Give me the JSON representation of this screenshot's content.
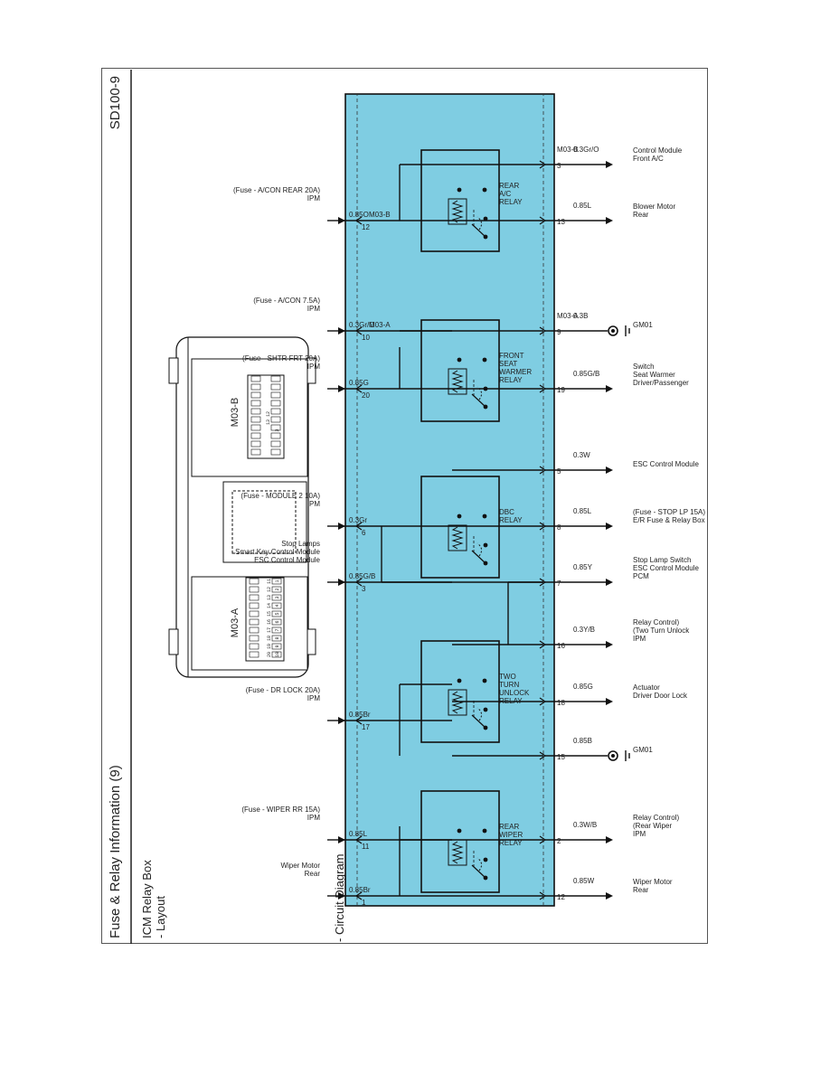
{
  "header": {
    "title": "Fuse & Relay Information (9)",
    "page_code": "SD100-9",
    "subtitle": "ICM Relay Box",
    "layout_label": "- Layout",
    "circuit_label": "- Circuit Diagram"
  },
  "connectors": {
    "a_name": "M03-A",
    "a_pins_top": [
      "20",
      "19",
      "18",
      "17",
      "16",
      "15",
      "14",
      "13",
      "12",
      "11"
    ],
    "a_pins_bottom": [
      "10",
      "9",
      "8",
      "7",
      "6",
      "5",
      "4",
      "3",
      "2",
      "1"
    ],
    "b_name": "M03-B",
    "b_pins_top": [
      "13",
      "12"
    ],
    "b_pins_bottom": [
      "3"
    ]
  },
  "colors": {
    "relay_box_fill": "#7fcde2",
    "wire": "#111111",
    "text": "#222222"
  },
  "relays": [
    {
      "name": [
        "REAR",
        "WIPER",
        "RELAY"
      ]
    },
    {
      "name": [
        "TWO",
        "TURN",
        "UNLOCK",
        "RELAY"
      ]
    },
    {
      "name": [
        "DBC",
        "RELAY"
      ]
    },
    {
      "name": [
        "FRONT",
        "SEAT",
        "WARMER",
        "RELAY"
      ]
    },
    {
      "name": [
        "REAR",
        "A/C",
        "RELAY"
      ]
    }
  ],
  "top_circuits": [
    {
      "pin": "1",
      "wire": "0.85Br",
      "label": [
        "Rear",
        "Wiper Motor"
      ]
    },
    {
      "pin": "11",
      "wire": "0.85L",
      "label": [
        "IPM",
        "(Fuse - WIPER RR 15A)"
      ]
    },
    {
      "pin": "17",
      "wire": "0.85Br",
      "label": [
        "IPM",
        "(Fuse - DR LOCK 20A)"
      ]
    },
    {
      "pin": "3",
      "wire": "0.85G/B",
      "label": [
        "ESC Control Module",
        "Smart Key Control Module",
        "Stop Lamps"
      ]
    },
    {
      "pin": "6",
      "wire": "0.3Gr",
      "label": [
        "IPM",
        "(Fuse - MODULE 2 10A)"
      ]
    },
    {
      "pin": "20",
      "wire": "0.85G",
      "label": [
        "IPM",
        "(Fuse - SHTR FRT 20A)"
      ]
    },
    {
      "pin": "10",
      "wire": "0.3Gr/O",
      "conn": "M03-A",
      "label": [
        "IPM",
        "(Fuse - A/CON 7.5A)"
      ]
    },
    {
      "pin": "12",
      "wire": "0.85O",
      "conn": "M03-B",
      "label": [
        "IPM",
        "(Fuse - A/CON REAR 20A)"
      ]
    }
  ],
  "bottom_circuits": [
    {
      "pin": "12",
      "wire": "0.85W",
      "label": [
        "Rear",
        "Wiper Motor"
      ]
    },
    {
      "pin": "2",
      "wire": "0.3W/B",
      "label": [
        "IPM",
        "(Rear Wiper",
        "Relay Control)"
      ]
    },
    {
      "pin": "15",
      "wire": "0.85B",
      "label": [
        "GM01"
      ]
    },
    {
      "pin": "18",
      "wire": "0.85G",
      "label": [
        "Driver Door Lock",
        "Actuator"
      ]
    },
    {
      "pin": "16",
      "wire": "0.3Y/B",
      "label": [
        "IPM",
        "(Two Turn Unlock",
        "Relay Control)"
      ]
    },
    {
      "pin": "7",
      "wire": "0.85Y",
      "label": [
        "PCM",
        "ESC Control Module",
        "Stop Lamp Switch"
      ]
    },
    {
      "pin": "8",
      "wire": "0.85L",
      "label": [
        "E/R Fuse & Relay Box",
        "(Fuse - STOP LP 15A)"
      ]
    },
    {
      "pin": "5",
      "wire": "0.3W",
      "label": [
        "ESC Control Module"
      ]
    },
    {
      "pin": "19",
      "wire": "0.85G/B",
      "label": [
        "Driver/Passenger",
        "Seat Warmer",
        "Switch"
      ]
    },
    {
      "pin": "9",
      "wire": "0.3B",
      "conn": "M03-A",
      "label": [
        "GM01"
      ]
    },
    {
      "pin": "13",
      "wire": "0.85L",
      "label": [
        "Rear",
        "Blower Motor"
      ]
    },
    {
      "pin": "3",
      "wire": "0.3Gr/O",
      "conn": "M03-B",
      "label": [
        "Front A/C",
        "Control Module"
      ]
    }
  ]
}
